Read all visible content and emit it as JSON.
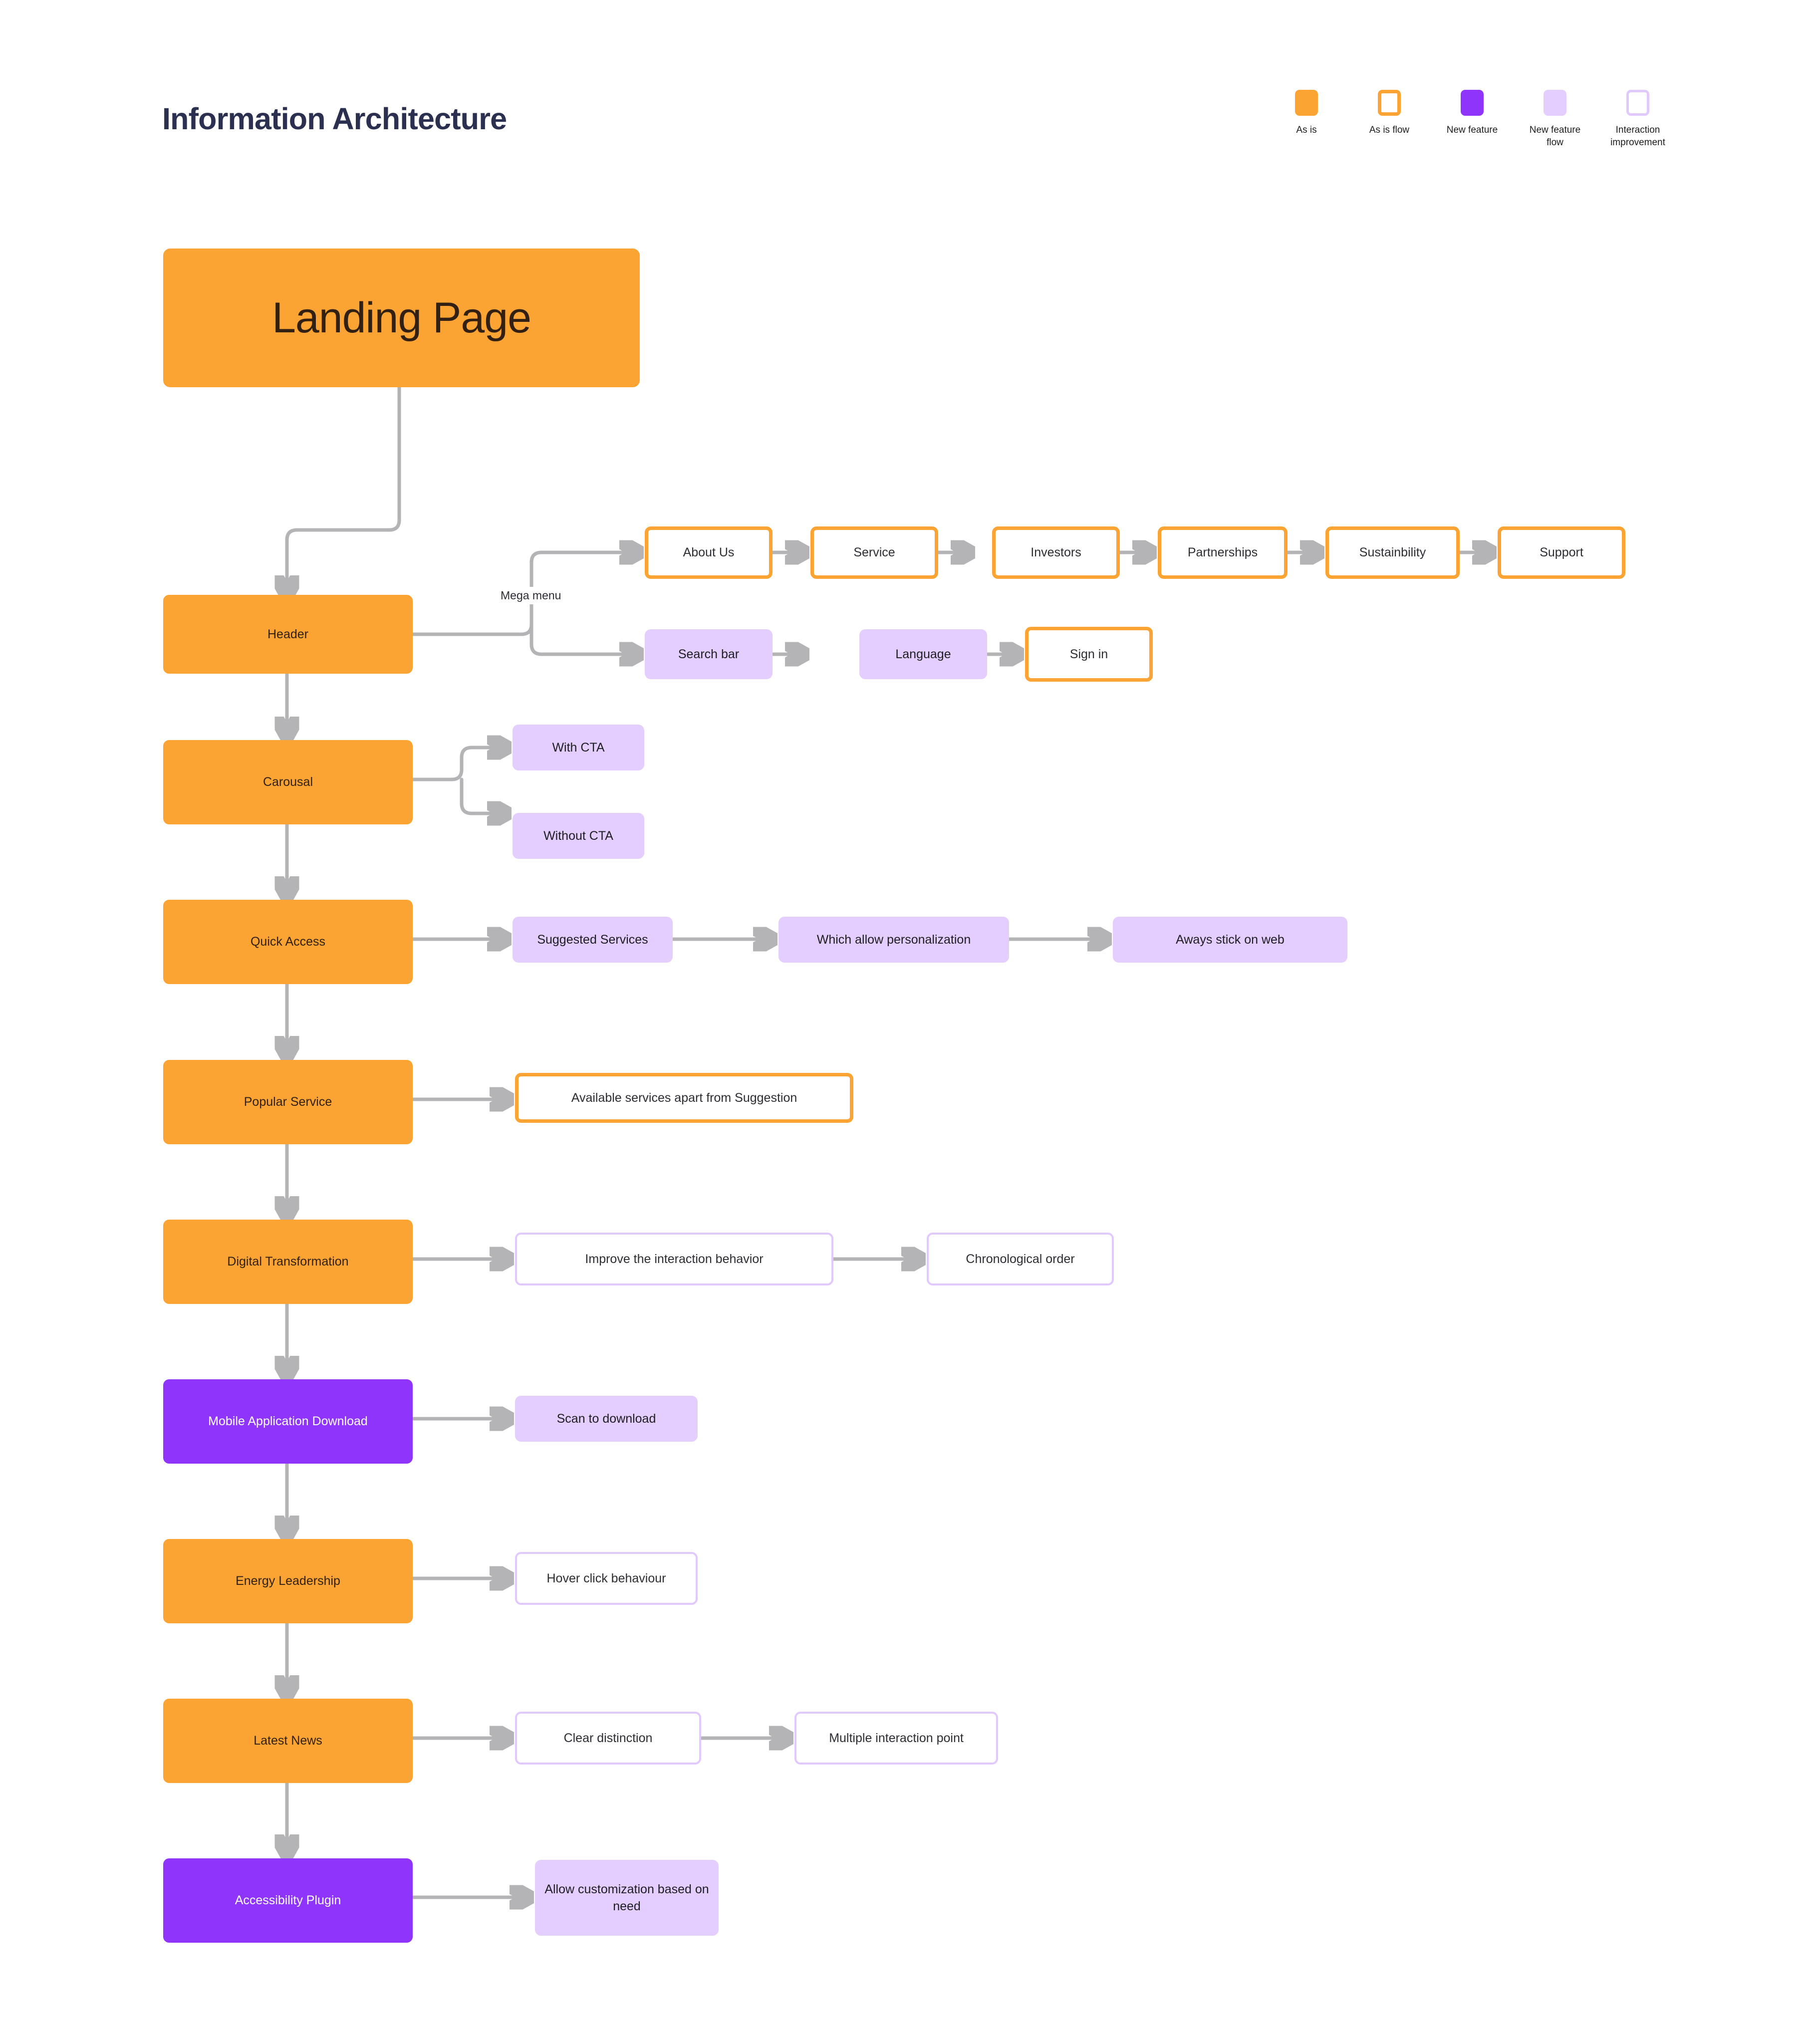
{
  "page": {
    "title": "Information Architecture"
  },
  "legend": {
    "items": [
      {
        "label": "As is",
        "style": "filled",
        "color": "#fba433"
      },
      {
        "label": "As is\nflow",
        "style": "outline",
        "color": "#fba433"
      },
      {
        "label": "New feature",
        "style": "filled",
        "color": "#8f35fb"
      },
      {
        "label": "New feature\nflow",
        "style": "filled",
        "color": "#e4ceff"
      },
      {
        "label": "Interaction\nimprovement",
        "style": "outline",
        "color": "#e1c9fd"
      }
    ]
  },
  "diagram": {
    "root": {
      "label": "Landing Page",
      "variant": "As is"
    },
    "edge_labels": [
      {
        "label": "Mega menu"
      }
    ],
    "sections": [
      {
        "parent": "Header",
        "parent_variant": "As is",
        "branches": [
          {
            "name": "mega-menu",
            "items": [
              {
                "label": "About Us",
                "variant": "As is flow"
              },
              {
                "label": "Service",
                "variant": "As is flow"
              },
              {
                "label": "Investors",
                "variant": "As is flow"
              },
              {
                "label": "Partnerships",
                "variant": "As is flow"
              },
              {
                "label": "Sustainbility",
                "variant": "As is flow"
              },
              {
                "label": "Support",
                "variant": "As is flow"
              }
            ]
          },
          {
            "name": "utility",
            "items": [
              {
                "label": "Search bar",
                "variant": "New feature flow"
              },
              {
                "label": "Language",
                "variant": "New feature flow"
              },
              {
                "label": "Sign in",
                "variant": "As is flow"
              }
            ]
          }
        ]
      },
      {
        "parent": "Carousal",
        "parent_variant": "As is",
        "branches": [
          {
            "name": "cta-variants",
            "items": [
              {
                "label": "With CTA",
                "variant": "New feature flow"
              }
            ]
          },
          {
            "name": "cta-variants",
            "items": [
              {
                "label": "Without CTA",
                "variant": "New feature flow"
              }
            ]
          }
        ]
      },
      {
        "parent": "Quick Access",
        "parent_variant": "As is",
        "branches": [
          {
            "name": "quick-access-flow",
            "items": [
              {
                "label": "Suggested Services",
                "variant": "New feature flow"
              },
              {
                "label": "Which allow personalization",
                "variant": "New feature flow"
              },
              {
                "label": "Aways stick on web",
                "variant": "New feature flow"
              }
            ]
          }
        ]
      },
      {
        "parent": "Popular Service",
        "parent_variant": "As is",
        "branches": [
          {
            "name": "popular-service-flow",
            "items": [
              {
                "label": "Available services apart from Suggestion",
                "variant": "As is flow"
              }
            ]
          }
        ]
      },
      {
        "parent": "Digital Transformation",
        "parent_variant": "As is",
        "branches": [
          {
            "name": "digital-transformation-flow",
            "items": [
              {
                "label": "Improve the interaction behavior",
                "variant": "Interaction improvement"
              },
              {
                "label": "Chronological order",
                "variant": "Interaction improvement"
              }
            ]
          }
        ]
      },
      {
        "parent": "Mobile Application Download",
        "parent_variant": "New feature",
        "branches": [
          {
            "name": "mobile-download-flow",
            "items": [
              {
                "label": "Scan to download",
                "variant": "New feature flow"
              }
            ]
          }
        ]
      },
      {
        "parent": "Energy Leadership",
        "parent_variant": "As is",
        "branches": [
          {
            "name": "energy-leadership-flow",
            "items": [
              {
                "label": "Hover click behaviour",
                "variant": "Interaction improvement"
              }
            ]
          }
        ]
      },
      {
        "parent": "Latest News",
        "parent_variant": "As is",
        "branches": [
          {
            "name": "latest-news-flow",
            "items": [
              {
                "label": "Clear distinction",
                "variant": "Interaction improvement"
              },
              {
                "label": "Multiple interaction point",
                "variant": "Interaction improvement"
              }
            ]
          }
        ]
      },
      {
        "parent": "Accessibility Plugin",
        "parent_variant": "New feature",
        "branches": [
          {
            "name": "accessibility-flow",
            "items": [
              {
                "label": "Allow customization\nbased on need",
                "variant": "New feature flow"
              }
            ]
          }
        ]
      }
    ]
  },
  "nodes": {
    "landing_page": "Landing Page",
    "header": "Header",
    "about_us": "About Us",
    "service": "Service",
    "investors": "Investors",
    "partnerships": "Partnerships",
    "sustainbility": "Sustainbility",
    "support": "Support",
    "mega_menu_label": "Mega menu",
    "search_bar": "Search bar",
    "language": "Language",
    "sign_in": "Sign in",
    "carousal": "Carousal",
    "with_cta": "With CTA",
    "without_cta": "Without CTA",
    "quick_access": "Quick Access",
    "suggested_services": "Suggested Services",
    "which_allow_personalization": "Which allow personalization",
    "aways_stick_on_web": "Aways stick on web",
    "popular_service": "Popular Service",
    "available_services": "Available services apart from Suggestion",
    "digital_transformation": "Digital Transformation",
    "improve_interaction": "Improve the interaction behavior",
    "chronological_order": "Chronological order",
    "mobile_application_download": "Mobile Application Download",
    "scan_to_download": "Scan to download",
    "energy_leadership": "Energy Leadership",
    "hover_click_behaviour": "Hover click behaviour",
    "latest_news": "Latest News",
    "clear_distinction": "Clear distinction",
    "multiple_interaction_point": "Multiple interaction point",
    "accessibility_plugin": "Accessibility Plugin",
    "allow_customization": "Allow customization based on need"
  },
  "colors": {
    "as_is": "#fba433",
    "new_feature": "#8f35fb",
    "new_feature_flow": "#e4ceff",
    "interaction_improvement": "#e1c9fd",
    "connector": "#b4b4b6",
    "title": "#2b3050"
  }
}
